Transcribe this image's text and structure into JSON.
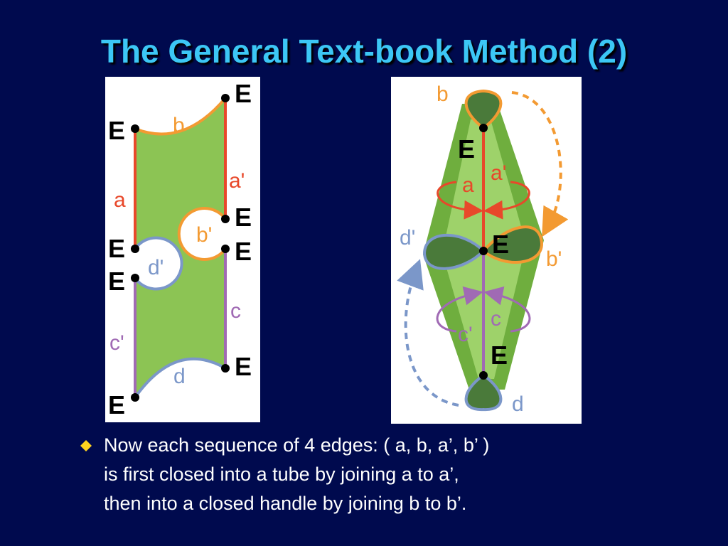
{
  "title": "The General Text-book Method (2)",
  "left_diagram": {
    "edge_labels": {
      "b": "b",
      "a": "a",
      "a_prime": "a'",
      "b_prime": "b'",
      "d_prime": "d'",
      "c": "c",
      "c_prime": "c'",
      "d": "d"
    },
    "vertex_label": "E"
  },
  "right_diagram": {
    "edge_labels": {
      "b": "b",
      "a": "a",
      "a_prime": "a'",
      "d_prime": "d'",
      "b_prime": "b'",
      "c": "c",
      "c_prime": "c'",
      "d": "d"
    },
    "vertex_label": "E"
  },
  "bullet": {
    "icon": "diamond-bullet-icon",
    "lines": [
      "Now each sequence of 4 edges: ( a, b, a’, b’ )",
      "is first closed into a tube by joining a to a’,",
      "then into a closed handle by joining b to b’."
    ]
  },
  "colors": {
    "background": "#000a4e",
    "title": "#3cc7f5",
    "edge_a": "#e8482a",
    "edge_b": "#f39a32",
    "edge_c": "#a06ab4",
    "edge_d": "#7b97c9",
    "surface_green": "#8cc454",
    "dark_green": "#4a7a3a"
  }
}
